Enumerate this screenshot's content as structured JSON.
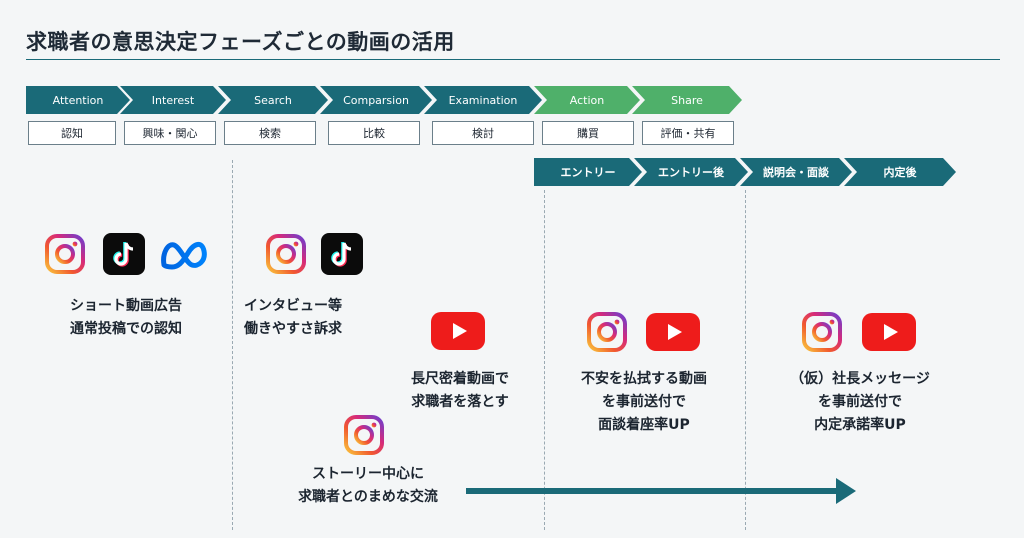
{
  "title": "求職者の意思決定フェーズごとの動画の活用",
  "phases": [
    {
      "label": "Attention",
      "jp": "認知"
    },
    {
      "label": "Interest",
      "jp": "興味・関心"
    },
    {
      "label": "Search",
      "jp": "検索"
    },
    {
      "label": "Comparsion",
      "jp": "比較"
    },
    {
      "label": "Examination",
      "jp": "検討"
    },
    {
      "label": "Action",
      "jp": "購買"
    },
    {
      "label": "Share",
      "jp": "評価・共有"
    }
  ],
  "recruit_steps": [
    "エントリー",
    "エントリー後",
    "説明会・面談",
    "内定後"
  ],
  "captions": {
    "short_video": "ショート動画広告\n通常投稿での認知",
    "interview": "インタビュー等\n働きやすさ訴求",
    "long_video": "長尺密着動画で\n求職者を落とす",
    "story": "ストーリー中心に\n求職者とのまめな交流",
    "anxiety": "不安を払拭する動画\nを事前送付で\n面談着座率UP",
    "president": "（仮）社長メッセージ\nを事前送付で\n内定承諾率UP"
  },
  "icons": {
    "instagram": "instagram-icon",
    "tiktok": "tiktok-icon",
    "meta": "meta-icon",
    "youtube": "youtube-icon"
  },
  "colors": {
    "teal": "#1a6a78",
    "green": "#4fb06a",
    "youtube_red": "#ee1c1b"
  }
}
